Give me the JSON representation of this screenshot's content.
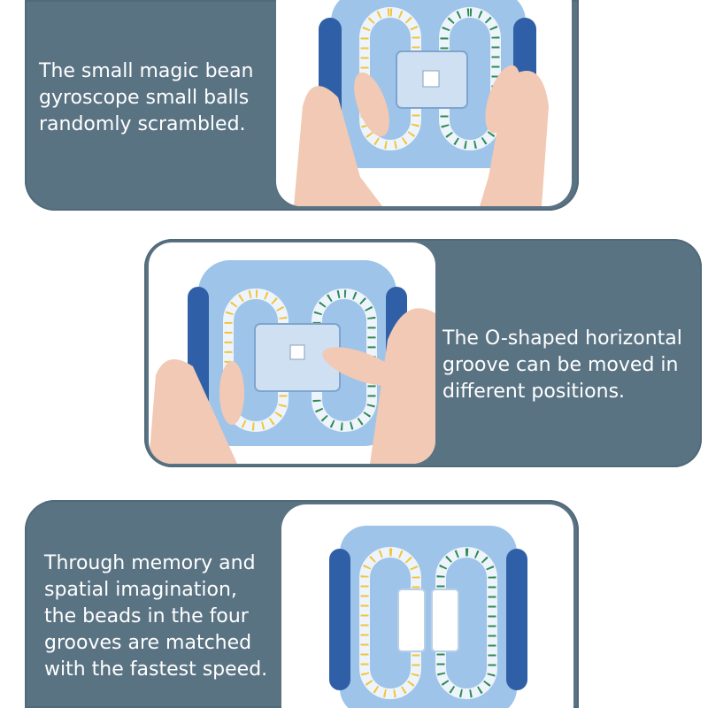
{
  "panels": [
    {
      "caption": "The small magic bean\ngyroscope small balls\nrandomly scrambled.",
      "photo_icon": "puzzle-in-hands-icon"
    },
    {
      "caption": "The O-shaped horizontal\ngroove can be moved in\ndifferent positions.",
      "photo_icon": "puzzle-slider-hand-icon"
    },
    {
      "caption": "Through memory and\nspatial imagination,\nthe beads in the four\ngrooves are matched\nwith the fastest speed.",
      "photo_icon": "puzzle-front-view-icon"
    }
  ],
  "colors": {
    "panel": "#5a7383",
    "toy_body": "#9ec4ea",
    "toy_edge": "#2f5fa6",
    "bead_yellow": "#f0c53c",
    "bead_green": "#2f8a55",
    "skin": "#f1c9b4"
  }
}
